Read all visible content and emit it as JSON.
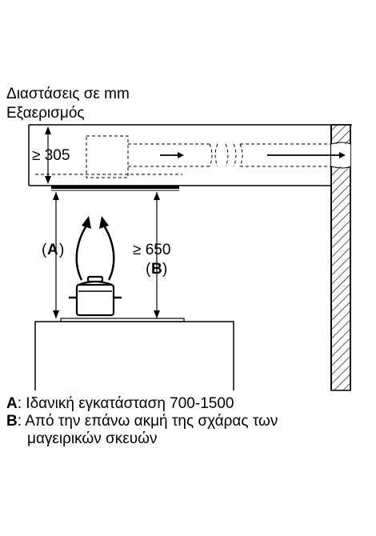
{
  "header": {
    "line1": "Διαστάσεις σε mm",
    "line2": "Εξαερισμός"
  },
  "dimensions": {
    "top_gap": "≥ 305",
    "min_height": "≥ 650",
    "label_a": "A",
    "label_b": "B",
    "paren_open": "(",
    "paren_close": ")"
  },
  "legend": {
    "a_key": "A",
    "a_text": ": Ιδανική εγκατάσταση 700-1500",
    "b_key": "B",
    "b_text_line1": ": Από την επάνω ακμή της σχάρας των",
    "b_text_line2": "μαγειρικών σκευών"
  },
  "colors": {
    "line": "#000000",
    "background": "#ffffff"
  }
}
